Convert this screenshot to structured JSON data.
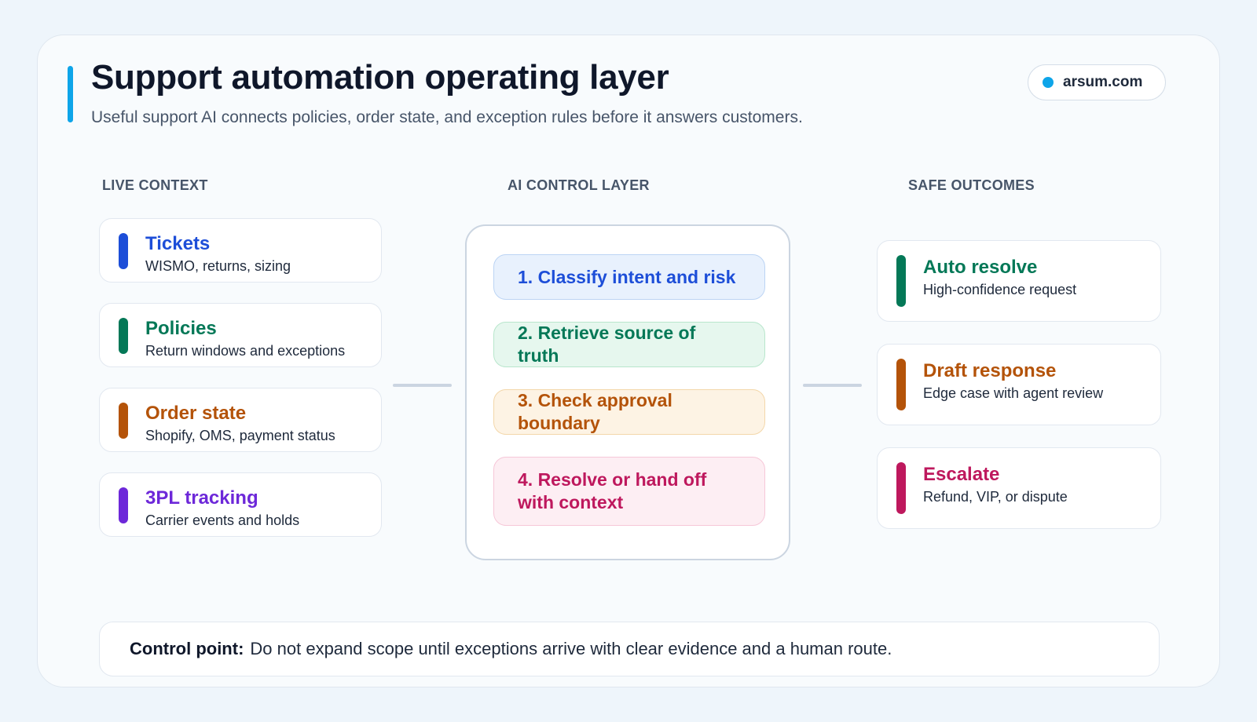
{
  "header": {
    "title": "Support automation operating layer",
    "subtitle": "Useful support AI connects policies, order state, and exception rules before it answers customers.",
    "brand": "arsum.com"
  },
  "columns": {
    "left": "LIVE CONTEXT",
    "center": "AI CONTROL LAYER",
    "right": "SAFE OUTCOMES"
  },
  "live_context": [
    {
      "name": "Tickets",
      "desc": "WISMO, returns, sizing",
      "color": "#1d4ed8"
    },
    {
      "name": "Policies",
      "desc": "Return windows and exceptions",
      "color": "#047857"
    },
    {
      "name": "Order state",
      "desc": "Shopify, OMS, payment status",
      "color": "#b45309"
    },
    {
      "name": "3PL tracking",
      "desc": "Carrier events and holds",
      "color": "#6d28d9"
    }
  ],
  "control_steps": [
    {
      "label": "1. Classify intent and risk",
      "color": "#1d4ed8",
      "bg": "#e8f1fd",
      "border": "#bcd4f4"
    },
    {
      "label": "2. Retrieve source of truth",
      "color": "#047857",
      "bg": "#e6f7ee",
      "border": "#b8e6cc"
    },
    {
      "label": "3. Check approval boundary",
      "color": "#b45309",
      "bg": "#fdf3e4",
      "border": "#f3d7aa"
    },
    {
      "label": "4. Resolve or hand off with context",
      "color": "#be185d",
      "bg": "#fdeef3",
      "border": "#f6c7d8"
    }
  ],
  "safe_outcomes": [
    {
      "name": "Auto resolve",
      "desc": "High-confidence request",
      "color": "#047857"
    },
    {
      "name": "Draft response",
      "desc": "Edge case with agent review",
      "color": "#b45309"
    },
    {
      "name": "Escalate",
      "desc": "Refund, VIP, or dispute",
      "color": "#be185d"
    }
  ],
  "footer": {
    "label": "Control point:",
    "text": "Do not expand scope until exceptions arrive with clear evidence and a human route."
  }
}
